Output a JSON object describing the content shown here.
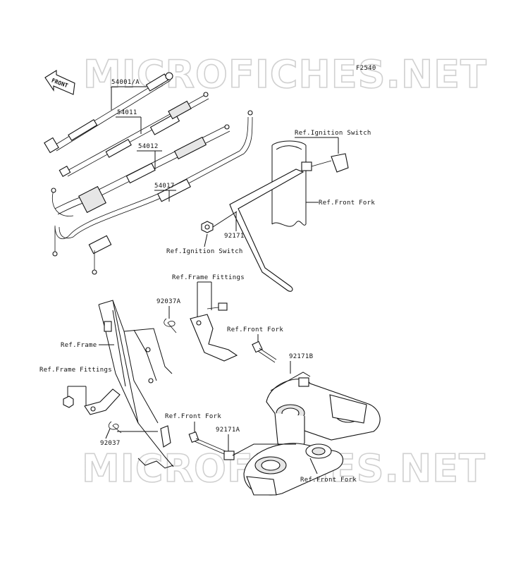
{
  "diagram_code": "F2540",
  "watermark": "MICROFICHES.NET",
  "front_arrow_label": "FRONT",
  "parts": {
    "p54001a": "54001/A",
    "p54011": "54011",
    "p54012": "54012",
    "p54017": "54017",
    "p92171": "92171",
    "p92171b": "92171B",
    "p92171a": "92171A",
    "p92037a": "92037A",
    "p92037": "92037"
  },
  "refs": {
    "ignition_switch_top": "Ref.Ignition Switch",
    "front_fork_top": "Ref.Front Fork",
    "ignition_switch_mid": "Ref.Ignition Switch",
    "frame_fittings_top": "Ref.Frame Fittings",
    "front_fork_mid": "Ref.Front Fork",
    "frame": "Ref.Frame",
    "frame_fittings_left": "Ref.Frame Fittings",
    "front_fork_low": "Ref.Front Fork",
    "front_fork_bottom": "Ref.Front Fork"
  }
}
